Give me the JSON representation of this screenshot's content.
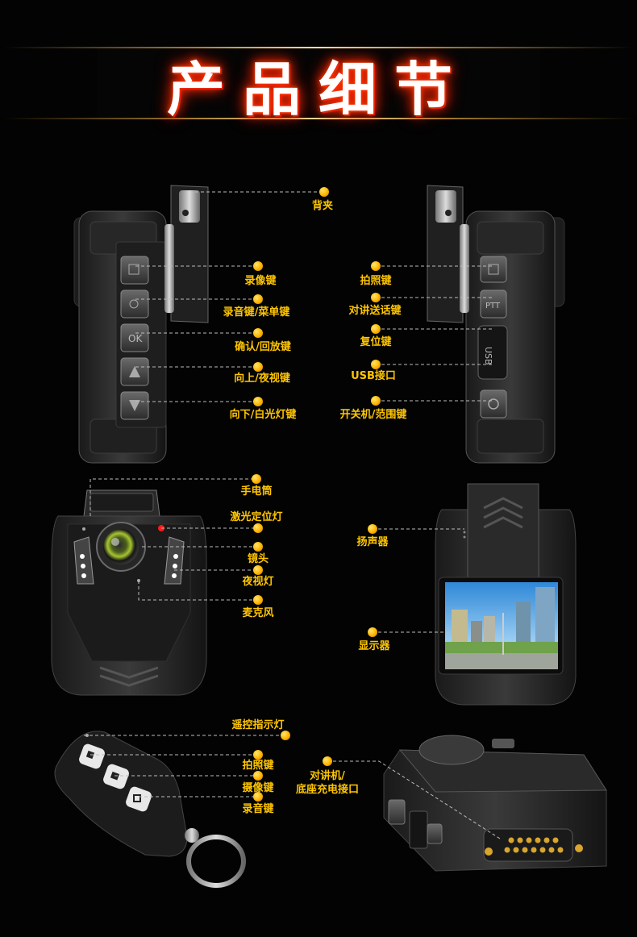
{
  "title": "产品细节",
  "labels": {
    "clip": "背夹",
    "record_video": "录像键",
    "record_audio_menu": "录音键/菜单键",
    "confirm_playback": "确认/回放键",
    "up_night_vision": "向上/夜视键",
    "down_white_light": "向下/白光灯键",
    "photo": "拍照键",
    "talk_send": "对讲送话键",
    "reset": "复位键",
    "usb_port": "USB接口",
    "power_range": "开关机/范围键",
    "flashlight": "手电筒",
    "laser": "激光定位灯",
    "lens": "镜头",
    "night_light": "夜视灯",
    "microphone": "麦克风",
    "speaker": "扬声器",
    "display": "显示器",
    "remote_indicator": "遥控指示灯",
    "remote_photo": "拍照键",
    "remote_video": "摄像键",
    "remote_audio": "录音键",
    "walkie_dock_line1": "对讲机/",
    "walkie_dock_line2": "底座充电接口"
  },
  "device_text": {
    "ok": "OK",
    "usb": "USB",
    "ptt": "PTT"
  },
  "colors": {
    "label": "#ffc600",
    "title_glow": "#ff2a00",
    "leader": "#bbbbbb"
  }
}
